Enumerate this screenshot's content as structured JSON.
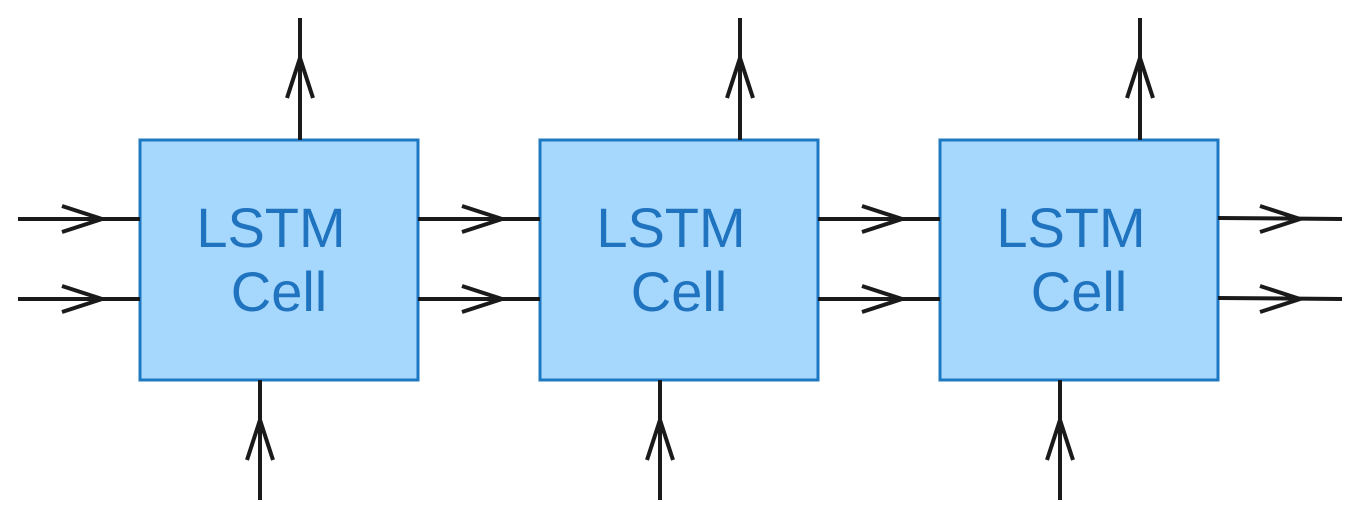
{
  "diagram": {
    "cells": [
      {
        "line1": "LSTM",
        "line2": "Cell"
      },
      {
        "line1": "LSTM",
        "line2": "Cell"
      },
      {
        "line1": "LSTM",
        "line2": "Cell"
      }
    ],
    "colors": {
      "cell_fill": "#a6d8fd",
      "cell_border": "#1f78c3",
      "cell_text": "#1f73bf",
      "arrow": "#1a1a1a"
    }
  }
}
